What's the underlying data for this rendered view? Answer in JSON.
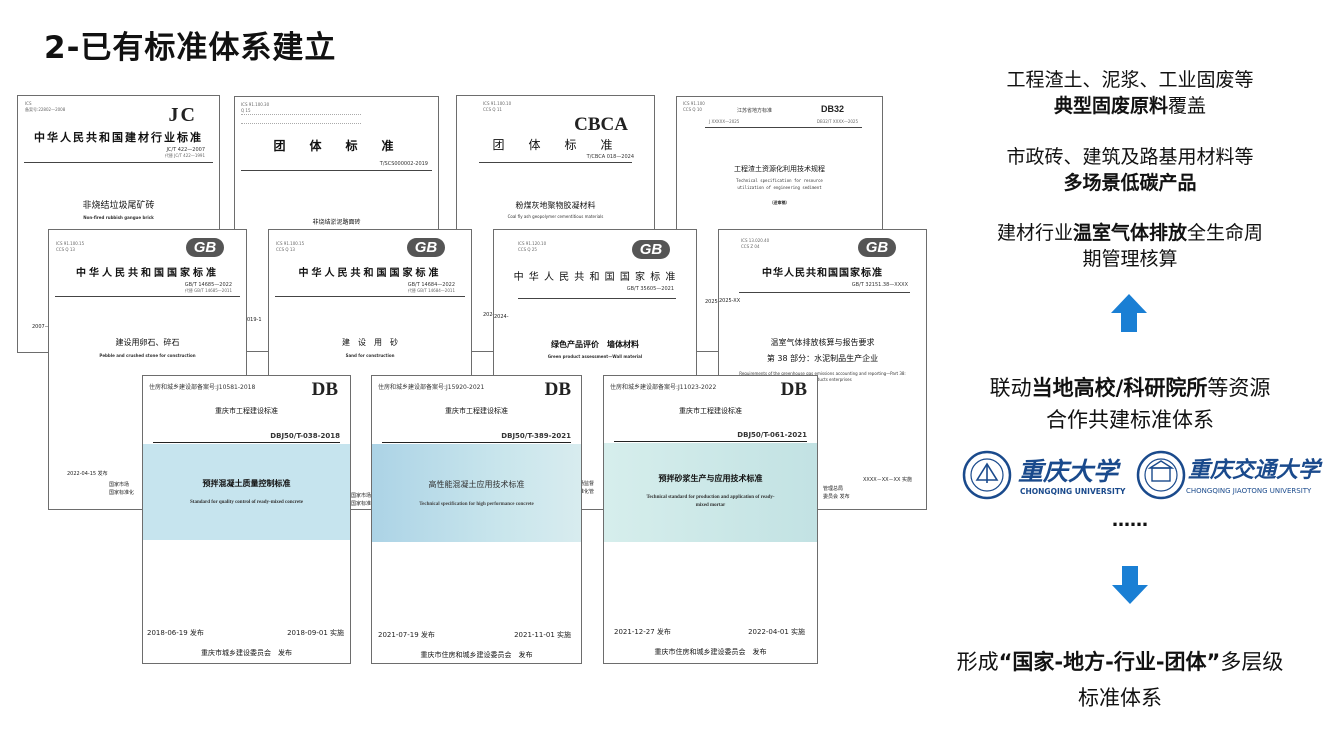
{
  "title": "2-已有标准体系建立",
  "docs": {
    "jc": {
      "tiny": "ICS\n备案号:22802—2008",
      "logo": "JC",
      "head": "中华人民共和国建材行业标准",
      "code": "JC/T 422—2007",
      "code2": "代替 JC/T 422—1991",
      "title": "非烧结垃圾尾矿砖",
      "sub": "Non-fired rubbish gangue brick",
      "date": "2007—0"
    },
    "tuan1": {
      "tiny": "ICS 91.100.30\nQ 15",
      "head": "团　体　标　准",
      "code": "T/SCS000002-2019",
      "title": "非烧结淤泥路面砖",
      "date": "019-1"
    },
    "cbca": {
      "tiny": "ICS 91.100.10\nCCS Q 11",
      "logo": "CBCA",
      "head": "团　体　标　准",
      "code": "T/CBCA 018—2024",
      "title": "粉煤灰地聚物胶凝材料",
      "sub": "Coal fly ash geopolymer cementitious materials",
      "date": "2024-"
    },
    "db32": {
      "tiny": "ICS 91.100\nCCS Q 10",
      "logo": "DB32",
      "org": "江苏省地方标准",
      "code": "DB32/T XXXX—2025",
      "code0": "J XXXXX—2025",
      "title": "工程渣土资源化利用技术规程",
      "sub": "Technical specification for resource utilization of engineering sediment",
      "draft": "（送审稿）",
      "date": "2025-XX"
    },
    "gb1": {
      "tiny": "ICS 91.100.15\nCCS Q 13",
      "logo": "GB",
      "head": "中华人民共和国国家标准",
      "code": "GB/T 14685—2022",
      "code2": "代替 GB/T 14685—2011",
      "title": "建设用卵石、碎石",
      "sub": "Pebble and crushed stone for construction",
      "date": "2022-04-15 发布",
      "f1": "国家市场",
      "f2": "国家标准化"
    },
    "gb2": {
      "tiny": "ICS 91.100.15\nCCS Q 13",
      "logo": "GB",
      "head": "中华人民共和国国家标准",
      "code": "GB/T 14684—2022",
      "code2": "代替 GB/T 14684—2011",
      "title": "建　设　用　砂",
      "sub": "Sand for construction",
      "f1": "国家市场监",
      "f2": "国家标准化"
    },
    "gb3": {
      "tiny": "ICS 91.120.10\nCCS Q 25",
      "logo": "GB",
      "head": "中 华 人 民 共 和 国 国 家 标 准",
      "code": "GB/T 35605—2021",
      "title": "绿色产品评价　墙体材料",
      "sub": "Green product assessment—Wall material",
      "date": "2024-",
      "f1": "家市场监督",
      "f2": "家标准化管"
    },
    "gb4": {
      "tiny": "ICS 13.020.40\nCCS Z 04",
      "logo": "GB",
      "head": "中华人民共和国国家标准",
      "code": "GB/T 32151.38—XXXX",
      "title": "温室气体排放核算与报告要求",
      "title2": "第 38 部分：水泥制品生产企业",
      "sub": "Requirements of the greenhouse gas emissions accounting and reporting—Part 38: Cement products enterprises",
      "date": "2025-XX",
      "f1": "管理总局",
      "f2": "委员会 发布",
      "f3": "XXXX－XX－XX 实施"
    },
    "db1": {
      "record": "住房和城乡建设部备案号:J10581-2018",
      "logo": "DB",
      "org": "重庆市工程建设标准",
      "code": "DBJ50/T-038-2018",
      "title": "预拌混凝土质量控制标准",
      "sub": "Standard for quality control of ready-mixed concrete",
      "issue": "2018-06-19 发布",
      "impl": "2018-09-01 实施",
      "publisher": "重庆市城乡建设委员会　发布"
    },
    "db2": {
      "record": "住房和城乡建设部备案号:J15920-2021",
      "logo": "DB",
      "org": "重庆市工程建设标准",
      "code": "DBJ50/T-389-2021",
      "title": "高性能混凝土应用技术标准",
      "sub": "Technical specification for high performance concrete",
      "issue": "2021-07-19 发布",
      "impl": "2021-11-01 实施",
      "publisher": "重庆市住房和城乡建设委员会　发布"
    },
    "db3": {
      "record": "住房和城乡建设部备案号:J11023-2022",
      "logo": "DB",
      "org": "重庆市工程建设标准",
      "code": "DBJ50/T-061-2021",
      "title": "预拌砂浆生产与应用技术标准",
      "sub": "Technical standard for production and application of ready-mixed mortar",
      "issue": "2021-12-27 发布",
      "impl": "2022-04-01 实施",
      "publisher": "重庆市住房和城乡建设委员会　发布"
    }
  },
  "right": {
    "p1_a": "工程渣土、泥浆、工业固废等",
    "p1_b": "典型固废原料",
    "p1_c": "覆盖",
    "p2_a": "市政砖、建筑及路基用材料等",
    "p2_b": "多场景低碳产品",
    "p3_a": "建材行业",
    "p3_b": "温室气体排放",
    "p3_c": "全生命周",
    "p3_d": "期管理核算",
    "p4_a": "联动",
    "p4_b": "当地高校/科研院所",
    "p4_c": "等资源",
    "p4_d": "合作共建标准体系",
    "uni1_cn": "重庆大学",
    "uni1_en": "CHONGQING UNIVERSITY",
    "uni2_cn": "重庆交通大学",
    "uni2_en": "CHONGQING JIAOTONG UNIVERSITY",
    "ellipsis": "……",
    "p5_a": "形成",
    "p5_b": "“国家-地方-行业-团体”",
    "p5_c": "多层级",
    "p5_d": "标准体系"
  },
  "colors": {
    "arrow": "#1a7fd4",
    "seal": "#1a4a8c",
    "band_blue": "#b9dbe8",
    "band_mint": "#cde9e7"
  }
}
